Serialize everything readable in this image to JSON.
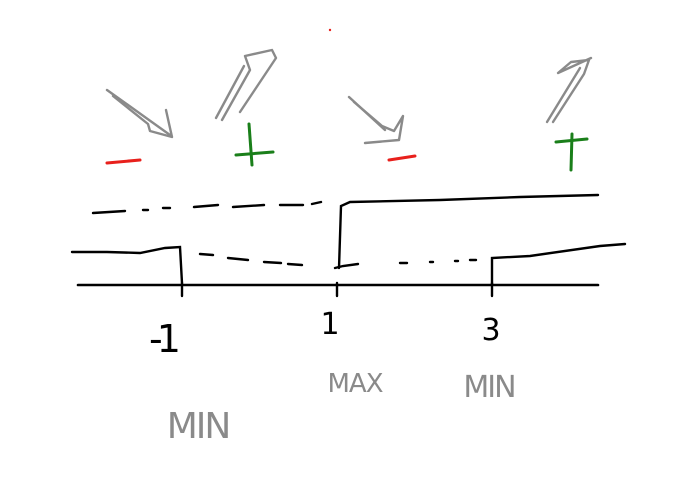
{
  "diagram": {
    "colors": {
      "ink": "#000000",
      "gray": "#8a8a8a",
      "minus": "#e8201c",
      "plus": "#1a7f1a",
      "background": "#ffffff"
    },
    "number_line": {
      "tick_labels": [
        "-1",
        "1",
        "3"
      ]
    },
    "extremum_labels": [
      "MIN",
      "MAX",
      "MIN"
    ],
    "sign_chart": [
      {
        "sign": "−",
        "trend": "decreasing",
        "arrow": "down-right-arrow"
      },
      {
        "sign": "+",
        "trend": "increasing",
        "arrow": "up-right-arrow"
      },
      {
        "sign": "−",
        "trend": "decreasing",
        "arrow": "down-right-arrow"
      },
      {
        "sign": "+",
        "trend": "increasing",
        "arrow": "up-right-arrow"
      }
    ]
  }
}
